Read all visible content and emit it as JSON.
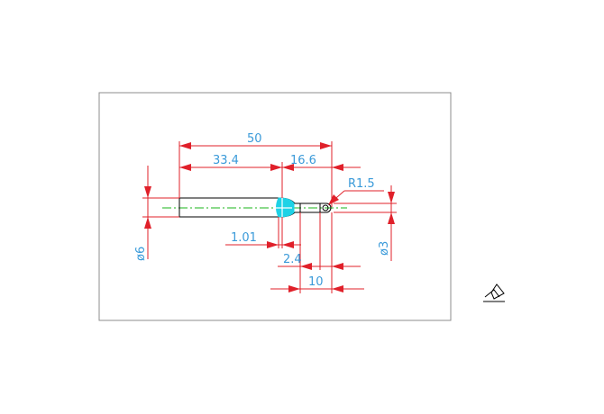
{
  "drawing": {
    "dimensions": {
      "overall_length": "50",
      "shank_length": "33.4",
      "neck_length": "16.6",
      "tip_radius": "R1.5",
      "shank_diameter": "ø6",
      "ball_diameter": "ø3",
      "transition_length": "1.01",
      "taper_length": "2.4",
      "tip_length": "10"
    },
    "colors": {
      "dimension_line": "#e0202a",
      "dimension_text": "#3a9ad9",
      "outline": "#000000",
      "centerline": "#19b519",
      "highlight": "#1ed2e6",
      "sheet_border": "#8c8c8c"
    },
    "icons": [
      "ucs-icon"
    ]
  }
}
